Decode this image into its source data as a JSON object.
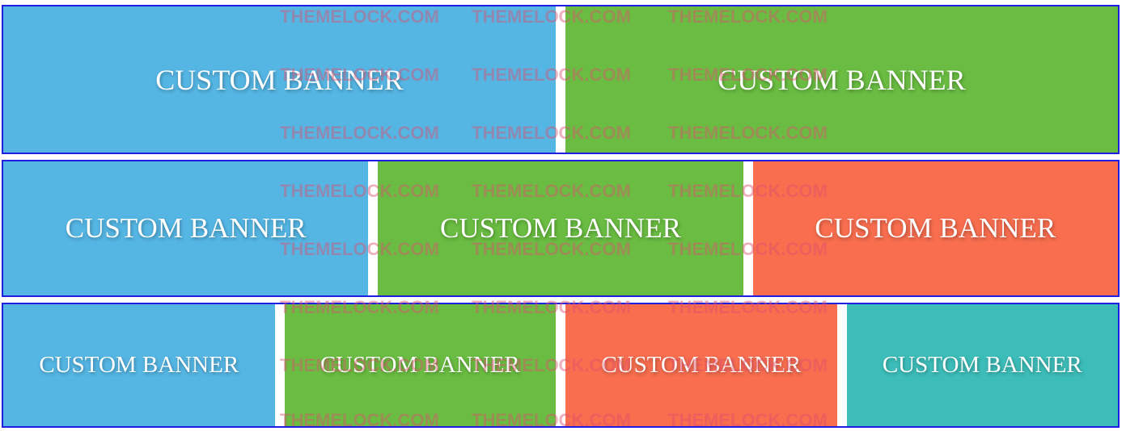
{
  "rows": [
    {
      "banners": [
        {
          "label": "CUSTOM BANNER",
          "color": "#55b6e4"
        },
        {
          "label": "CUSTOM BANNER",
          "color": "#6abd42"
        }
      ]
    },
    {
      "banners": [
        {
          "label": "CUSTOM BANNER",
          "color": "#55b6e4"
        },
        {
          "label": "CUSTOM BANNER",
          "color": "#6abd42"
        },
        {
          "label": "CUSTOM BANNER",
          "color": "#f86e4f"
        }
      ]
    },
    {
      "banners": [
        {
          "label": "CUSTOM BANNER",
          "color": "#55b6e4"
        },
        {
          "label": "CUSTOM BANNER",
          "color": "#6abd42"
        },
        {
          "label": "CUSTOM BANNER",
          "color": "#f86e4f"
        },
        {
          "label": "CUSTOM BANNER",
          "color": "#3dbdb9"
        }
      ]
    }
  ],
  "watermark": {
    "text": "THEMELOCK.COM",
    "color": "#dc506e"
  },
  "border_color": "#1f1fe0"
}
